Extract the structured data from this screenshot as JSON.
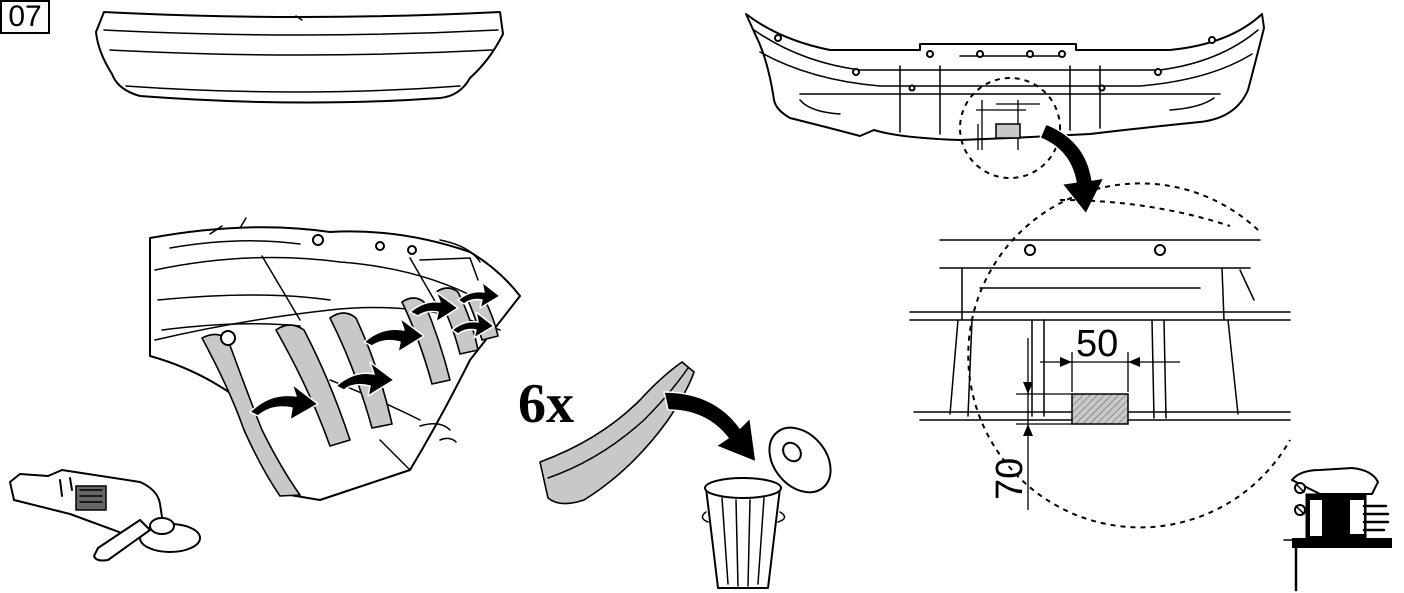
{
  "step": {
    "number": "07"
  },
  "waste": {
    "count_label": "6x"
  },
  "dimensions": {
    "width_label": "50",
    "height_label": "70"
  },
  "icons": {
    "angle_grinder": "angle-grinder-icon",
    "jigsaw": "jigsaw-icon",
    "trash_bin": "trash-bin-icon"
  },
  "colors": {
    "strip_fill": "#c8c8c8",
    "line": "#000000"
  }
}
